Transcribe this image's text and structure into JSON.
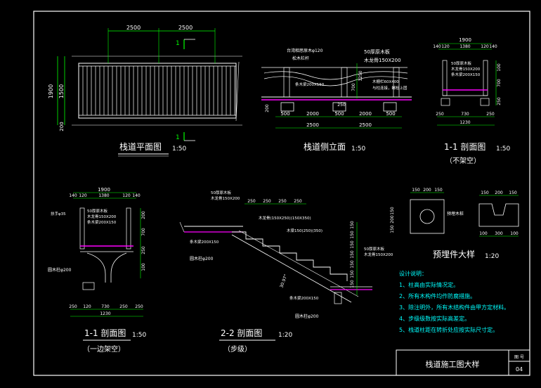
{
  "colors": {
    "bg": "#000000",
    "line": "#ffffff",
    "dim": "#00ff00",
    "accent": "#ff00ff",
    "note": "#00ffff",
    "title": "#ffffff",
    "frame": "#ffffff"
  },
  "plan": {
    "title": "栈道平面图",
    "scale": "1:50",
    "dim_top": [
      "2500",
      "2500"
    ],
    "dim_left": [
      "1900",
      "1500",
      "200"
    ],
    "section_mark": "1"
  },
  "elevation": {
    "title": "栈道侧立面",
    "scale": "1:50",
    "notes": [
      "台湾相思原木φ120",
      "松木栏杆",
      "50厚原木板",
      "木龙骨150X200",
      "条木梁200X150",
      "木栅栏60X400",
      "与柱连接，螺栓上固"
    ],
    "dims_bottom": [
      "500",
      "2000",
      "500",
      "2000",
      "500"
    ],
    "dims_total": [
      "2500",
      "2500"
    ],
    "dims_side": [
      "700",
      "1250",
      "200",
      "200"
    ],
    "note_250": "250"
  },
  "section_a": {
    "title": "1-1 剖面图",
    "scale": "1:50",
    "subtitle": "（不架空）",
    "dims_top": [
      "1900",
      "140",
      "120",
      "1380",
      "120",
      "140"
    ],
    "notes": [
      "50厚原木板",
      "木龙骨150X200",
      "条木梁200X150"
    ],
    "dims_side": [
      "100",
      "700",
      "250"
    ],
    "dims_bottom": [
      "250",
      "730",
      "250",
      "1230"
    ]
  },
  "section_b": {
    "title": "1-1 剖面图",
    "scale": "1:50",
    "subtitle": "（一边架空）",
    "dims_top": [
      "1900",
      "140",
      "120",
      "1380",
      "120",
      "140"
    ],
    "notes": [
      "扶手φ35",
      "50厚原木板",
      "木龙骨150X200",
      "条木梁200X150",
      "圆木柱φ200"
    ],
    "dims_side": [
      "200",
      "700",
      "250",
      "100"
    ],
    "dims_bottom": [
      "250",
      "120",
      "730",
      "250",
      "250",
      "1230"
    ]
  },
  "section_c": {
    "title": "2-2 剖面图",
    "scale": "1:20",
    "subtitle": "（步级）",
    "notes": [
      "50厚原木板",
      "木龙骨150X200",
      "木龙骨(150X250)(150X350)",
      "木梁150(250)(350)",
      "条木梁200X150",
      "圆木柱φ200",
      "50厚原木板",
      "木龙骨150X200",
      "条木梁200X150",
      "圆木柱φ200",
      "30.97°"
    ],
    "dims_top": [
      "250",
      "250",
      "250",
      "250"
    ],
    "dims_side": [
      "150",
      "150",
      "150",
      "150",
      "150",
      "150",
      "150"
    ]
  },
  "embed": {
    "title": "预埋件大样",
    "scale": "1:20",
    "dims_plan": [
      "150",
      "200",
      "150",
      "150",
      "200",
      "150"
    ],
    "dims_sec": [
      "150",
      "200",
      "150",
      "100",
      "300",
      "100"
    ],
    "label": "预埋木桩"
  },
  "notes_block": {
    "heading": "设计说明：",
    "items": [
      "1、柱高由实际情况定。",
      "2、所有木构件均作防腐措施。",
      "3、除注明外，所有木结构件由甲方定材料。",
      "4、步级级数按实际高差定。",
      "5、栈道柱距在转折处应按实际尺寸定。"
    ]
  },
  "title_block": {
    "title": "栈道施工图大样",
    "label_no": "图 号",
    "sheet": "04"
  }
}
